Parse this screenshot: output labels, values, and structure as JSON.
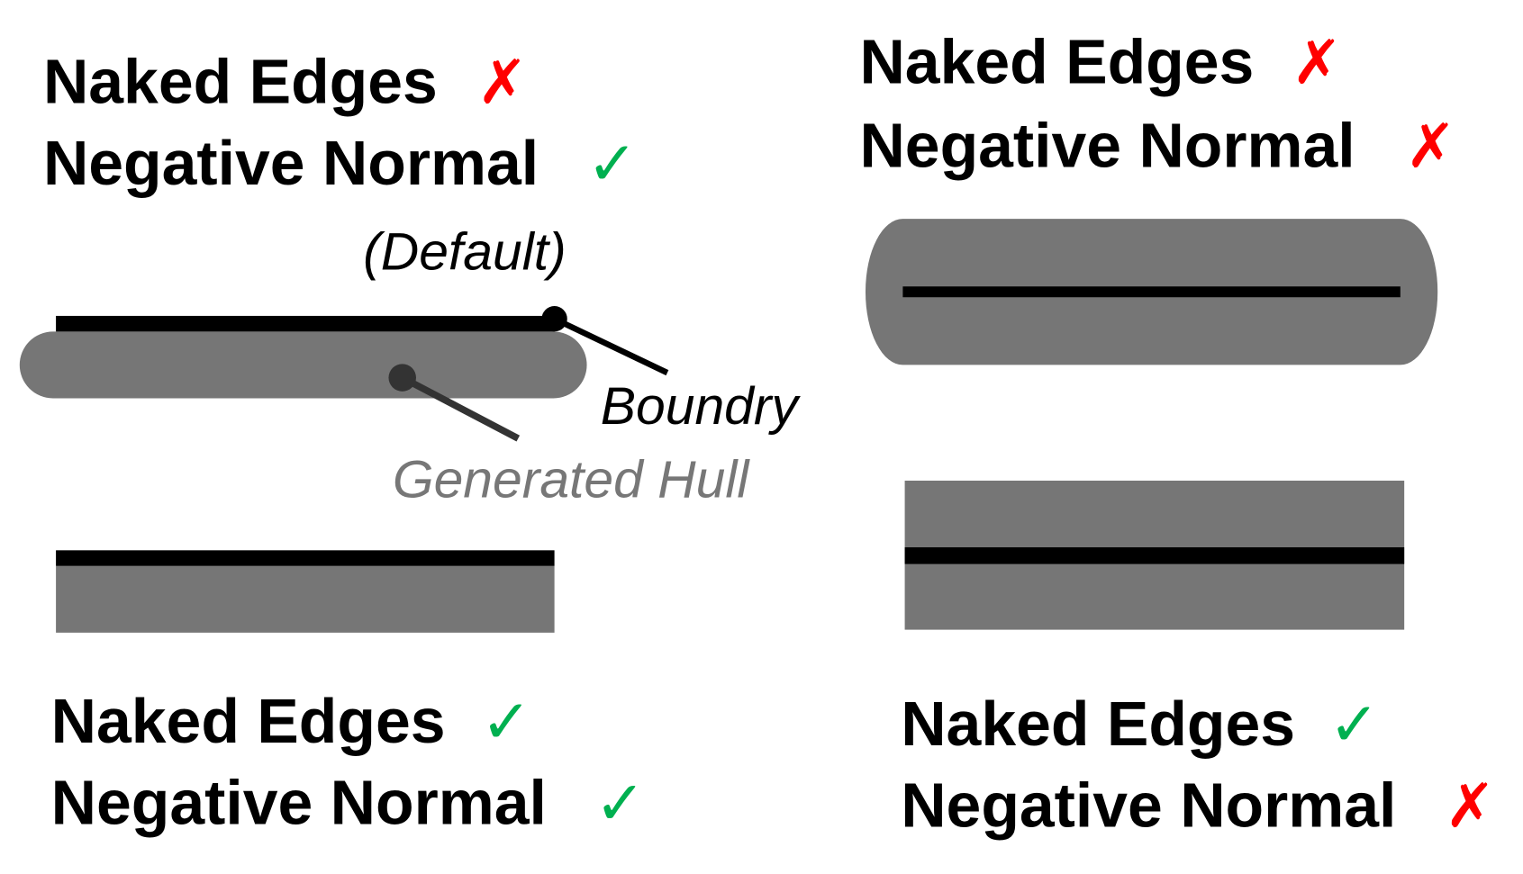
{
  "colors": {
    "hull": "#767676",
    "boundary": "#000000",
    "cross": "#ff0000",
    "check": "#00b050",
    "hull_label": "#777777"
  },
  "panels": [
    {
      "naked_edges": "Naked Edges",
      "naked_mark": "✗",
      "negative_normal": "Negative Normal",
      "normal_mark": "✓",
      "note": "(Default)"
    },
    {
      "naked_edges": "Naked Edges",
      "naked_mark": "✗",
      "negative_normal": "Negative Normal",
      "normal_mark": "✗"
    },
    {
      "naked_edges": "Naked Edges",
      "naked_mark": "✓",
      "negative_normal": "Negative Normal",
      "normal_mark": "✓"
    },
    {
      "naked_edges": "Naked Edges",
      "naked_mark": "✓",
      "negative_normal": "Negative Normal",
      "normal_mark": "✗"
    }
  ],
  "callouts": {
    "boundary": "Boundry",
    "hull": "Generated Hull"
  }
}
